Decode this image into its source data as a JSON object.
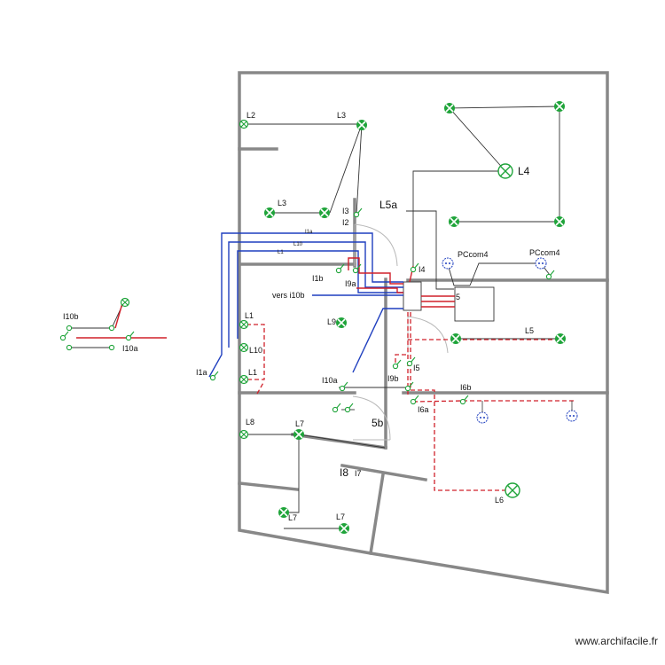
{
  "labels": {
    "L2": "L2",
    "L3a": "L3",
    "L3b": "L3",
    "L4": "L4",
    "L5a": "L5a",
    "I3": "I3",
    "I2": "I2",
    "I1a_wire": "I1a",
    "L10_wire": "L10",
    "L1_wire": "L1",
    "I1b": "I1b",
    "I9a": "I9a",
    "I4": "I4",
    "PCcom4a": "PCcom4",
    "PCcom4b": "PCcom4",
    "five": "5",
    "vers": "vers i10b",
    "L9": "L9",
    "L1a": "L1",
    "L10": "L10",
    "L1b": "L1",
    "I1a": "I1a",
    "L5": "L5",
    "I5": "I5",
    "I9b": "I9b",
    "I10a": "I10a",
    "I6b": "I6b",
    "I6a": "I6a",
    "L8": "L8",
    "L7a": "L7",
    "fiveb": "5b",
    "I8": "I8",
    "I7": "I7",
    "L6": "L6",
    "L7b": "L7",
    "L7c": "L7",
    "I10b_left": "I10b",
    "I10a_left": "I10a"
  },
  "credit": "www.archifacile.fr",
  "colors": {
    "wall": "#888888",
    "lamp": "#1fa43a",
    "live": "#d0202a",
    "return": "#1f3fbf",
    "socket": "#1f3fbf"
  }
}
